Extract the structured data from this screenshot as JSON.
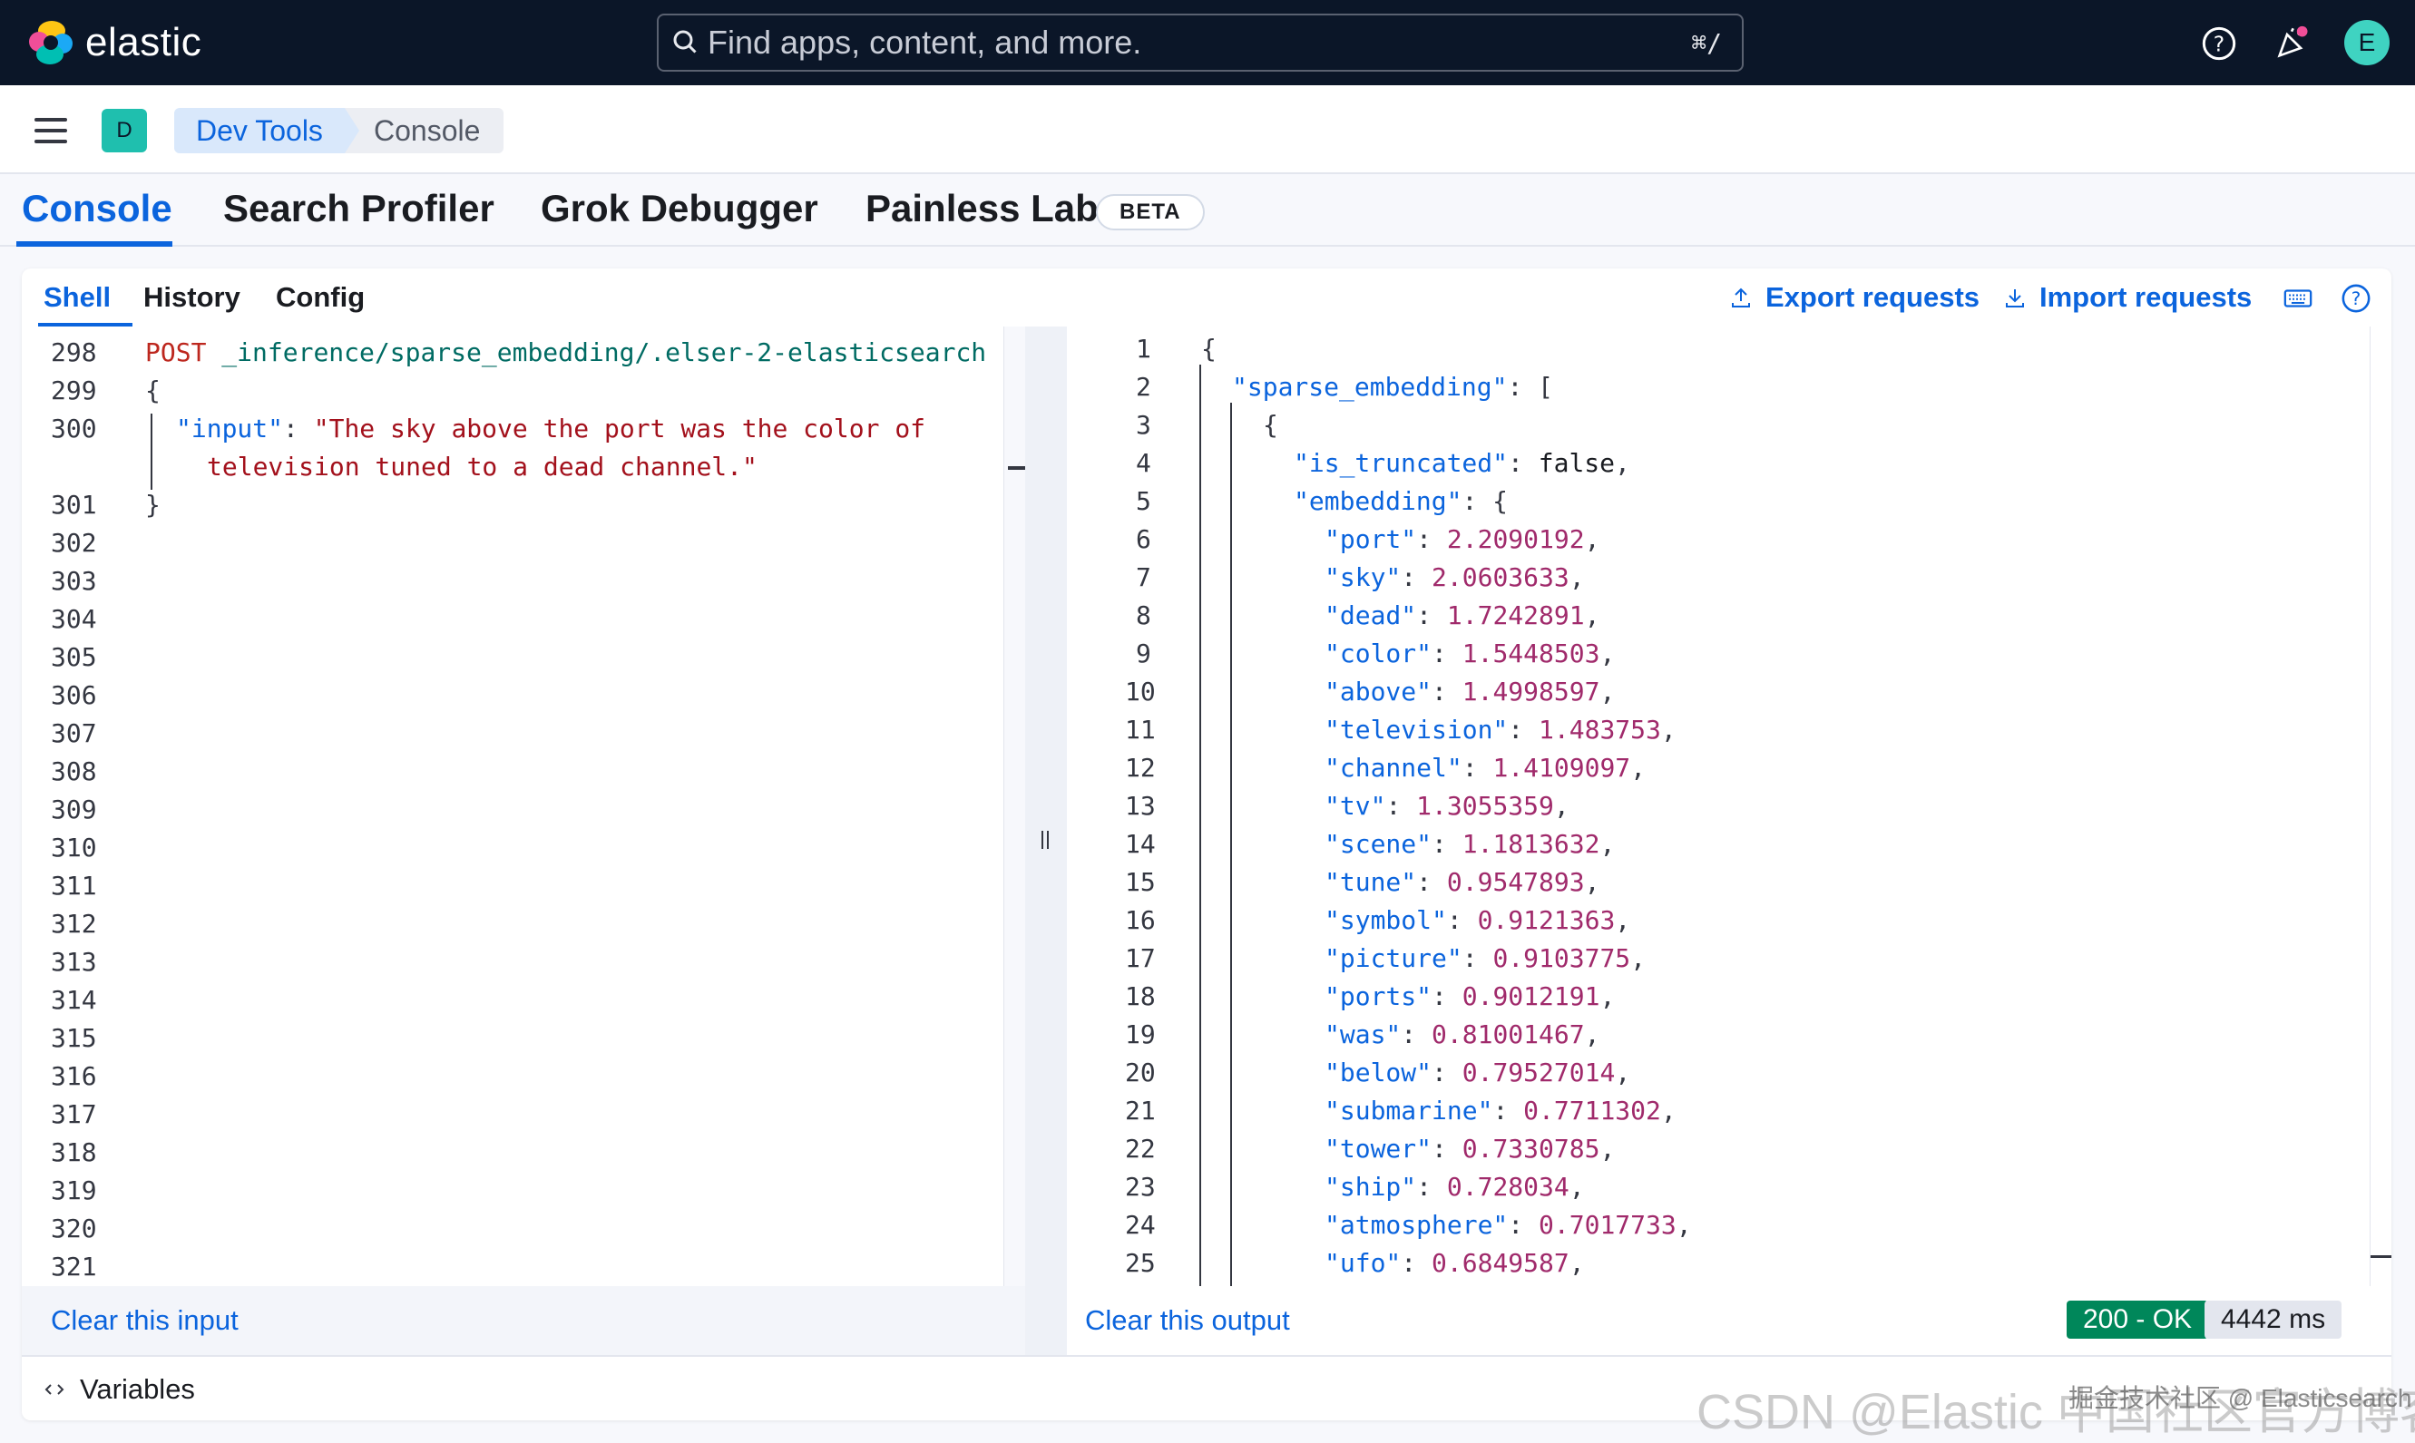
{
  "header": {
    "logo_text": "elastic",
    "search_placeholder": "Find apps, content, and more.",
    "search_shortcut": "⌘/",
    "avatar_initial": "E"
  },
  "breadcrumb": {
    "space_initial": "D",
    "items": [
      "Dev Tools",
      "Console"
    ]
  },
  "main_tabs": {
    "items": [
      "Console",
      "Search Profiler",
      "Grok Debugger",
      "Painless Lab"
    ],
    "active": "Console",
    "beta_badge": "BETA"
  },
  "sub_tabs": {
    "items": [
      "Shell",
      "History",
      "Config"
    ],
    "active": "Shell",
    "export_label": "Export requests",
    "import_label": "Import requests"
  },
  "request_editor": {
    "line_numbers": [
      "298",
      "299",
      "300",
      "",
      "301",
      "302",
      "303",
      "304",
      "305",
      "306",
      "307",
      "308",
      "309",
      "310",
      "311",
      "312",
      "313",
      "314",
      "315",
      "316",
      "317",
      "318",
      "319",
      "320",
      "321"
    ],
    "method": "POST",
    "url": " _inference/sparse_embedding/.elser-2-elasticsearch",
    "open_brace": "{",
    "input_key": "\"input\"",
    "input_value_line1": "\"The sky above the port was the color of",
    "input_value_line2": "television tuned to a dead channel.\"",
    "close_brace": "}",
    "clear_label": "Clear this input"
  },
  "response_editor": {
    "line_numbers": [
      "1",
      "2",
      "3",
      "4",
      "5",
      "6",
      "7",
      "8",
      "9",
      "10",
      "11",
      "12",
      "13",
      "14",
      "15",
      "16",
      "17",
      "18",
      "19",
      "20",
      "21",
      "22",
      "23",
      "24",
      "25"
    ],
    "lines": [
      {
        "type": "punc",
        "text": "{"
      },
      {
        "type": "keyopen",
        "key": "\"sparse_embedding\"",
        "after": ": ["
      },
      {
        "type": "punc",
        "text": "{"
      },
      {
        "type": "kvbool",
        "key": "\"is_truncated\"",
        "value": "false"
      },
      {
        "type": "keyopen",
        "key": "\"embedding\"",
        "after": ": {"
      },
      {
        "type": "kvnum",
        "key": "\"port\"",
        "value": "2.2090192"
      },
      {
        "type": "kvnum",
        "key": "\"sky\"",
        "value": "2.0603633"
      },
      {
        "type": "kvnum",
        "key": "\"dead\"",
        "value": "1.7242891"
      },
      {
        "type": "kvnum",
        "key": "\"color\"",
        "value": "1.5448503"
      },
      {
        "type": "kvnum",
        "key": "\"above\"",
        "value": "1.4998597"
      },
      {
        "type": "kvnum",
        "key": "\"television\"",
        "value": "1.483753"
      },
      {
        "type": "kvnum",
        "key": "\"channel\"",
        "value": "1.4109097"
      },
      {
        "type": "kvnum",
        "key": "\"tv\"",
        "value": "1.3055359"
      },
      {
        "type": "kvnum",
        "key": "\"scene\"",
        "value": "1.1813632"
      },
      {
        "type": "kvnum",
        "key": "\"tune\"",
        "value": "0.9547893"
      },
      {
        "type": "kvnum",
        "key": "\"symbol\"",
        "value": "0.9121363"
      },
      {
        "type": "kvnum",
        "key": "\"picture\"",
        "value": "0.9103775"
      },
      {
        "type": "kvnum",
        "key": "\"ports\"",
        "value": "0.9012191"
      },
      {
        "type": "kvnum",
        "key": "\"was\"",
        "value": "0.81001467"
      },
      {
        "type": "kvnum",
        "key": "\"below\"",
        "value": "0.79527014"
      },
      {
        "type": "kvnum",
        "key": "\"submarine\"",
        "value": "0.7711302"
      },
      {
        "type": "kvnum",
        "key": "\"tower\"",
        "value": "0.7330785"
      },
      {
        "type": "kvnum",
        "key": "\"ship\"",
        "value": "0.728034"
      },
      {
        "type": "kvnum",
        "key": "\"atmosphere\"",
        "value": "0.7017733"
      },
      {
        "type": "kvnum",
        "key": "\"ufo\"",
        "value": "0.6849587"
      }
    ],
    "clear_label": "Clear this output",
    "status": "200 - OK",
    "duration": "4442 ms"
  },
  "variables_label": "Variables",
  "watermark": "CSDN @Elastic 中国社区官方博客",
  "watermark_secondary": "掘金技术社区 @ Elasticsearch",
  "colors": {
    "header_bg": "#0b1628",
    "accent": "#0b64dd",
    "status_ok": "#00875a",
    "string": "#a3111c",
    "number": "#a02a6b",
    "url": "#006b63"
  }
}
